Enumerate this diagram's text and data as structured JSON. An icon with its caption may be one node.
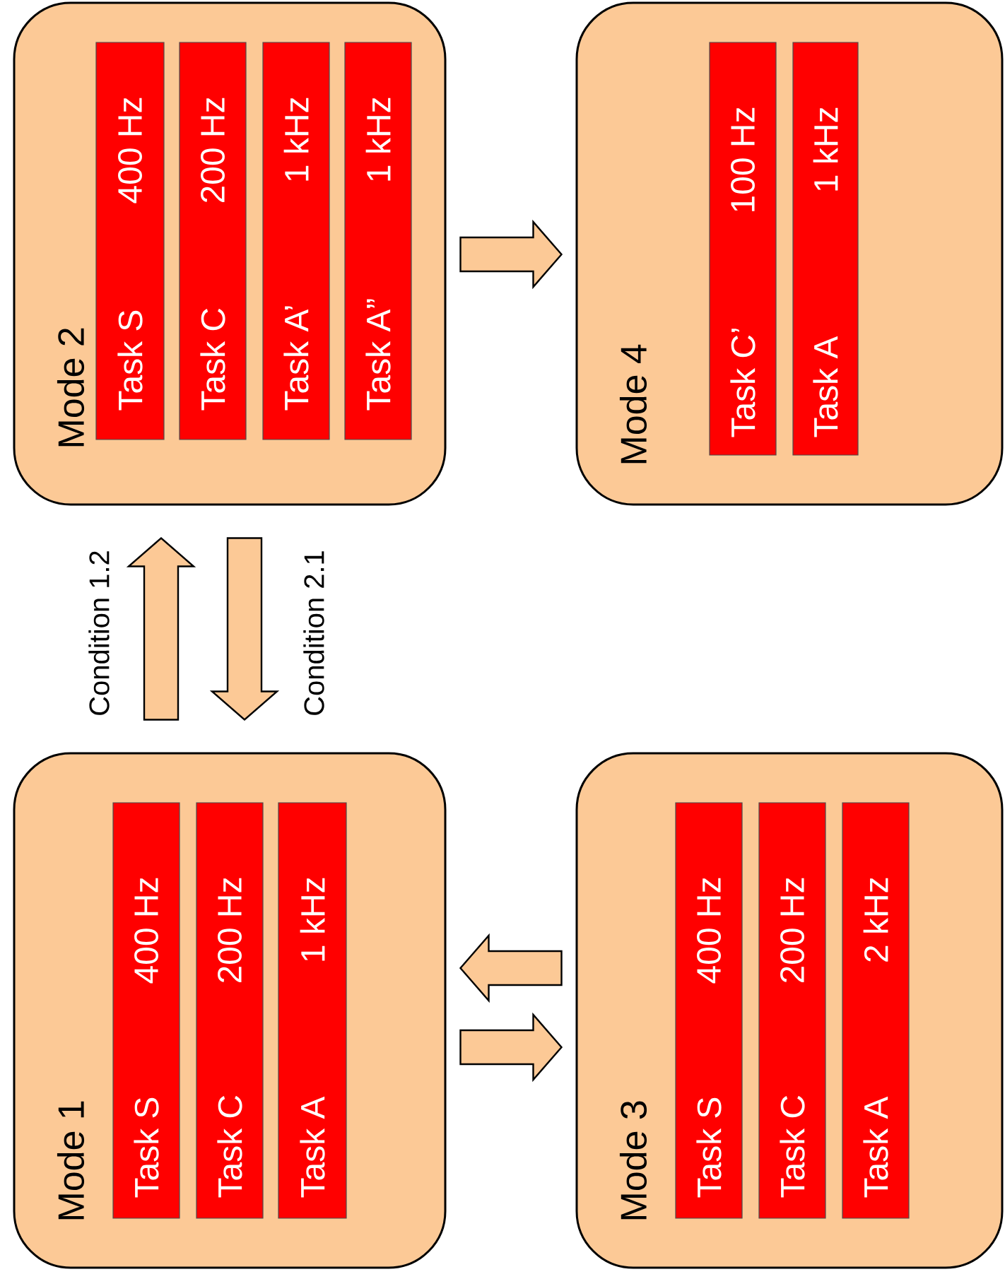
{
  "diagram": {
    "nodes": [
      {
        "text": [
          "Mode 2"
        ]
      },
      {
        "text": [
          "Task S",
          "400 Hz"
        ],
        "in": 0
      },
      {
        "text": [
          "Task C",
          "200 Hz"
        ],
        "in": 0
      },
      {
        "text": [
          "Task A’",
          "1 kHz"
        ],
        "in": 0
      },
      {
        "text": [
          "Task A”",
          "1 kHz"
        ],
        "in": 0
      },
      {
        "text": [
          "Mode 4"
        ]
      },
      {
        "text": [
          "Task C’",
          "100 Hz"
        ],
        "in": 5
      },
      {
        "text": [
          "Task A",
          "1 kHz"
        ],
        "in": 5
      },
      {
        "text": [
          "Mode 1"
        ]
      },
      {
        "text": [
          "Task S",
          "400 Hz"
        ],
        "in": 8
      },
      {
        "text": [
          "Task C",
          "200 Hz"
        ],
        "in": 8
      },
      {
        "text": [
          "Task A",
          "1 kHz"
        ],
        "in": 8
      },
      {
        "text": [
          "Mode 3"
        ]
      },
      {
        "text": [
          "Task S",
          "400 Hz"
        ],
        "in": 12
      },
      {
        "text": [
          "Task C",
          "200 Hz"
        ],
        "in": 12
      },
      {
        "text": [
          "Task A",
          "2 kHz"
        ],
        "in": 12
      }
    ],
    "edges": [
      {
        "from": 0,
        "to": 5,
        "arrow": "to"
      },
      {
        "from": 8,
        "to": 0,
        "arrow": "to",
        "label": "Condition 1.2"
      },
      {
        "from": 0,
        "to": 8,
        "arrow": "to",
        "label": "Condition 2.1"
      },
      {
        "from": 12,
        "to": 8,
        "arrow": "to"
      },
      {
        "from": 8,
        "to": 12,
        "arrow": "to"
      }
    ]
  }
}
